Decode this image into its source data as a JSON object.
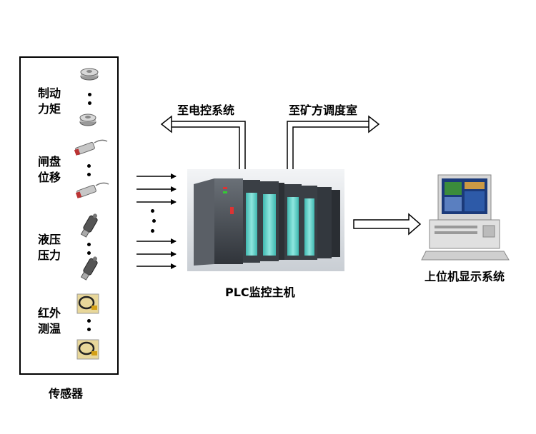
{
  "sensors": {
    "box_caption": "传感器",
    "groups": [
      {
        "line1": "制动",
        "line2": "力矩"
      },
      {
        "line1": "闸盘",
        "line2": "位移"
      },
      {
        "line1": "液压",
        "line2": "压力"
      },
      {
        "line1": "红外",
        "line2": "测温"
      }
    ]
  },
  "plc": {
    "caption": "PLC监控主机"
  },
  "outputs": {
    "to_electric_control": "至电控系统",
    "to_mine_dispatch": "至矿方调度室"
  },
  "host": {
    "caption": "上位机显示系统"
  },
  "colors": {
    "module_cyan": "#5fd0c8",
    "plc_body": "#4a4f55",
    "monitor_screen": "#1b3a7a"
  }
}
